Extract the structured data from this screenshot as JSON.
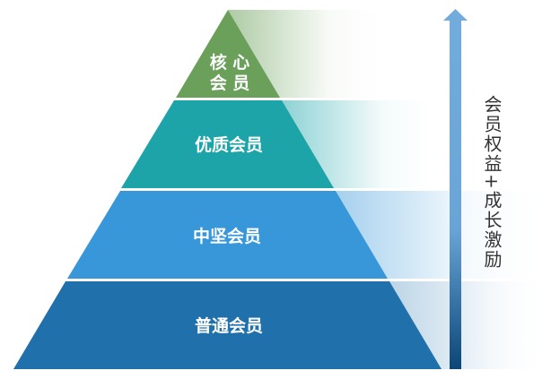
{
  "tiers": [
    {
      "label_line1": "核 心",
      "label_line2": "会 员",
      "color": "#6aa05a"
    },
    {
      "label": "优质会员",
      "color": "#1ca4a8"
    },
    {
      "label": "中坚会员",
      "color": "#3797d8"
    },
    {
      "label": "普通会员",
      "color": "#2071ab"
    }
  ],
  "arrow": {
    "top_color": "#72acdc",
    "bottom_color": "#0b4677"
  },
  "side_text": "会员权益+成长激励"
}
